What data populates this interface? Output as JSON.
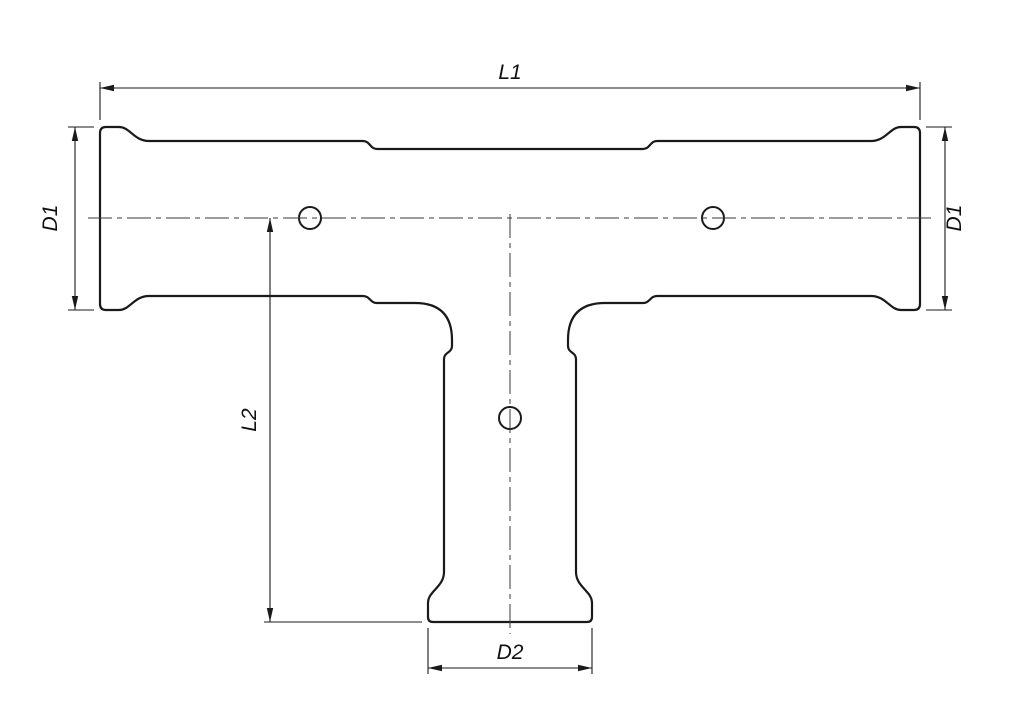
{
  "drawing": {
    "type": "technical-dimension-drawing",
    "subject": "tee-press-fitting",
    "background_color": "#ffffff",
    "line_color": "#1a1a1a",
    "labels": {
      "l1": "L1",
      "d1_left": "D1",
      "d1_right": "D1",
      "l2": "L2",
      "d2": "D2"
    }
  }
}
